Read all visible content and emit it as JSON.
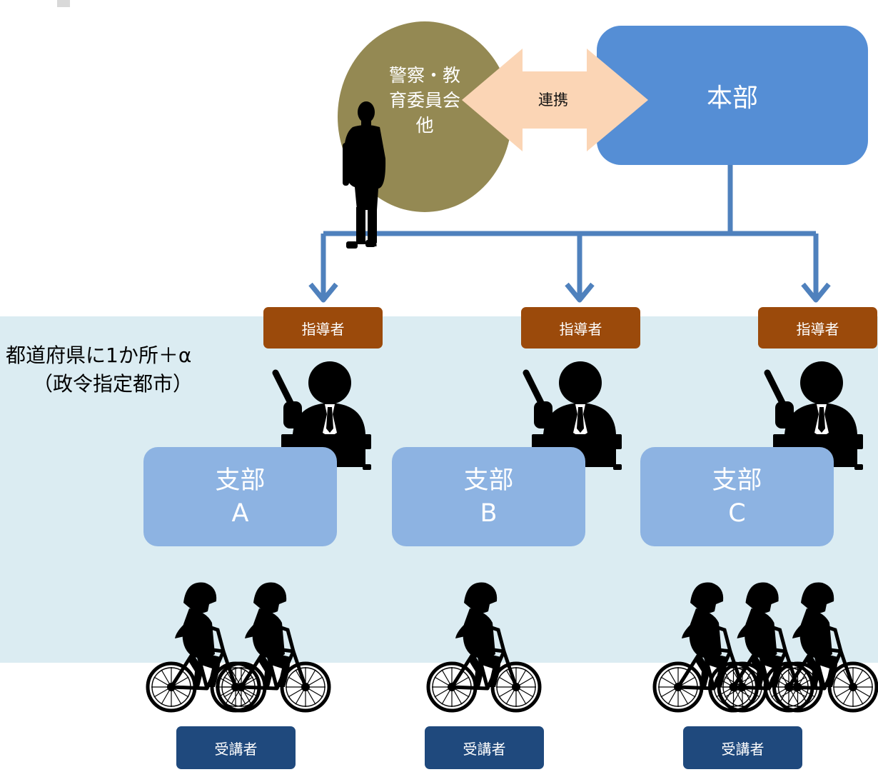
{
  "partners": {
    "label_line1": "警察・教",
    "label_line2": "育委員会",
    "label_line3": "他"
  },
  "link_label": "連携",
  "headquarters": {
    "label": "本部"
  },
  "region": {
    "line1": "都道府県に1か所＋α",
    "line2": "（政令指定都市）"
  },
  "units": [
    {
      "instructor_label": "指導者",
      "branch_line1": "支部",
      "branch_line2": "A",
      "learner_label": "受講者",
      "cyclists": 2
    },
    {
      "instructor_label": "指導者",
      "branch_line1": "支部",
      "branch_line2": "B",
      "learner_label": "受講者",
      "cyclists": 1
    },
    {
      "instructor_label": "指導者",
      "branch_line1": "支部",
      "branch_line2": "C",
      "learner_label": "受講者",
      "cyclists": 3
    }
  ],
  "colors": {
    "region_band": "#dbecf2",
    "partners_circle": "#948953",
    "headquarters": "#558ed5",
    "link_arrow": "#fbd5b5",
    "connector": "#4f81bd",
    "instructor_tag": "#9b4a0b",
    "branch": "#8db3e2",
    "learner_tag": "#1f497d",
    "silhouette": "#000000"
  }
}
